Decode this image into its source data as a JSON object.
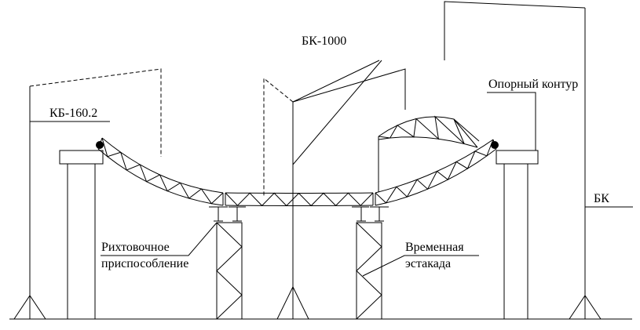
{
  "labels": {
    "bk1000": "БК-1000",
    "kb160": "КБ-160.2",
    "support_contour": "Опорный контур",
    "bk": "БК",
    "alignment_device_line1": "Рихтовочное",
    "alignment_device_line2": "приспособление",
    "temp_trestle_line1": "Временная",
    "temp_trestle_line2": "эстакада"
  },
  "colors": {
    "ink": "#000000",
    "background": "#ffffff"
  }
}
